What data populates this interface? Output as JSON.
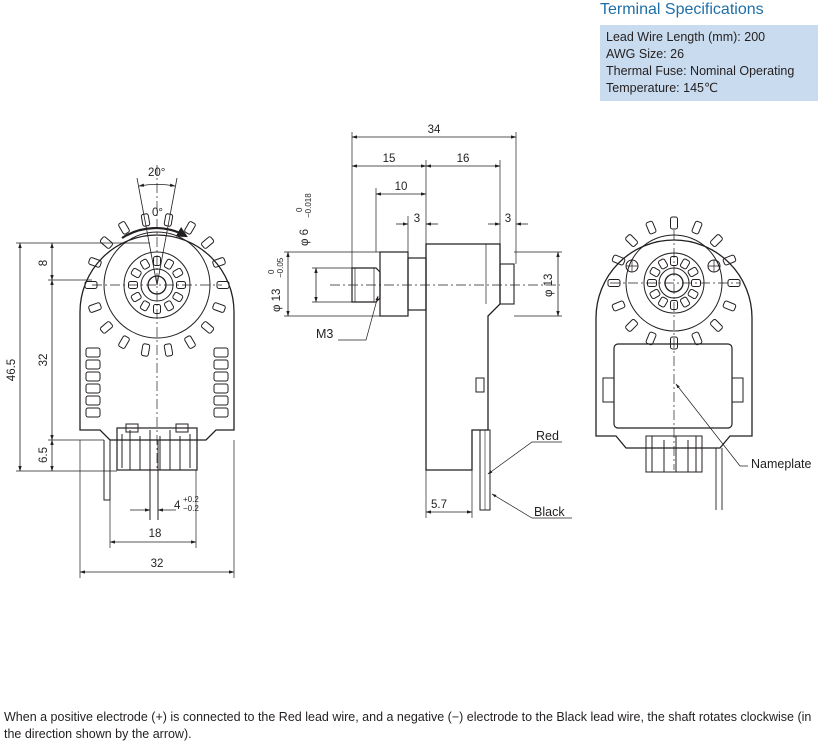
{
  "terminal_specs": {
    "title": "Terminal Specifications",
    "lines": [
      "Lead Wire Length (mm): 200",
      "AWG Size: 26",
      "Thermal Fuse: Nominal Operating",
      "Temperature: 145℃"
    ]
  },
  "front_view": {
    "angle_total": "20°",
    "angle_zero": "0°",
    "dim_total_height": "46.5",
    "dim_top": "8",
    "dim_mid": "32",
    "dim_bottom": "6.5",
    "dim_width": "32",
    "dim_pin_span": "18",
    "dim_pin": "4",
    "dim_pin_tol_upper": "+0.2",
    "dim_pin_tol_lower": "−0.2"
  },
  "side_view": {
    "dim_overall": "34",
    "dim_left": "15",
    "dim_right": "16",
    "dim_shaft": "10",
    "dim_step_left": "3",
    "dim_step_right": "3",
    "dim_shaft_dia": "φ 6",
    "dim_shaft_dia_tol_upper": "0",
    "dim_shaft_dia_tol_lower": "−0.018",
    "dim_boss_dia": "φ 13",
    "dim_boss_dia_tol_upper": "0",
    "dim_boss_dia_tol_lower": "−0.05",
    "dim_rear_dia": "φ 13",
    "dim_lead_offset": "5.7",
    "label_thread": "M3",
    "label_red": "Red",
    "label_black": "Black"
  },
  "rear_view": {
    "label_nameplate": "Nameplate"
  },
  "note": "When a positive electrode (+) is connected to the Red lead wire, and a negative (−) electrode to the Black lead wire, the shaft rotates clockwise (in the direction shown by the arrow)."
}
